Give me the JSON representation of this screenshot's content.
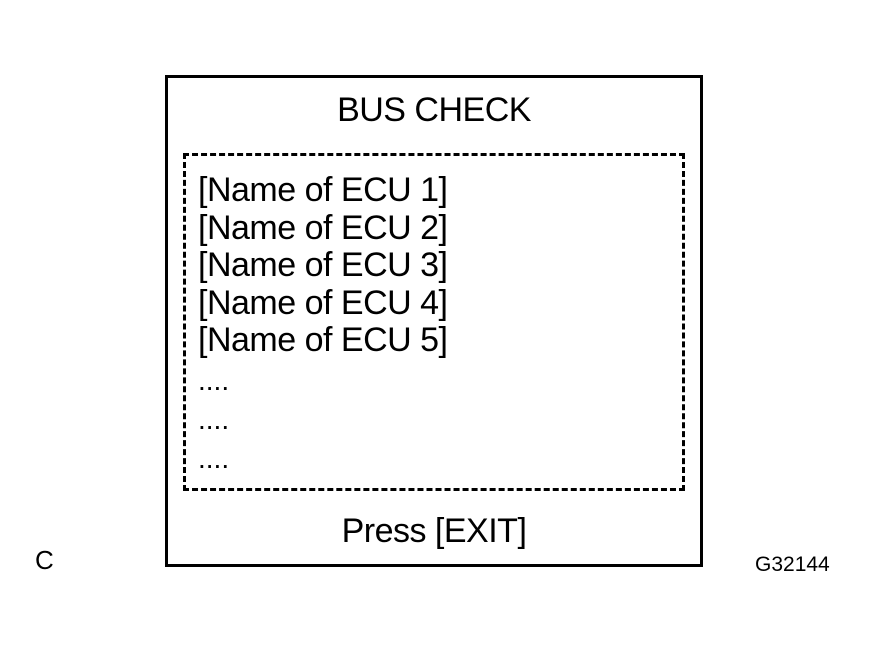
{
  "screen": {
    "title": "BUS CHECK",
    "ecu_list": [
      "[Name of ECU 1]",
      "[Name of ECU 2]",
      "[Name of ECU 3]",
      "[Name of ECU 4]",
      "[Name of ECU 5]"
    ],
    "continuation": [
      "....",
      "....",
      "...."
    ],
    "footer": "Press [EXIT]"
  },
  "figure": {
    "corner_label": "C",
    "code": "G32144"
  }
}
